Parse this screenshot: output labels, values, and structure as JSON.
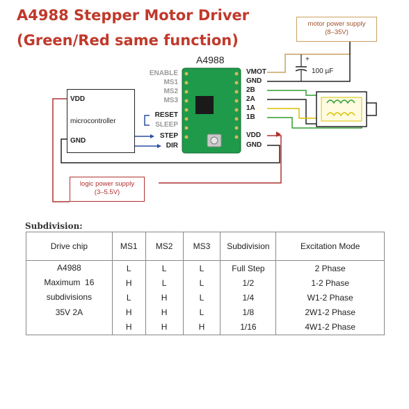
{
  "title": {
    "line1": "A4988 Stepper Motor Driver",
    "line2": "(Green/Red same function)"
  },
  "diagram": {
    "chip_name": "A4988",
    "left_pins": [
      "ENABLE",
      "MS1",
      "MS2",
      "MS3",
      "RESET",
      "SLEEP",
      "STEP",
      "DIR"
    ],
    "right_pins": [
      "VMOT",
      "GND",
      "2B",
      "2A",
      "1A",
      "1B",
      "VDD",
      "GND"
    ],
    "microcontroller": {
      "label": "microcontroller",
      "vdd": "VDD",
      "gnd": "GND"
    },
    "motor_supply": {
      "line1": "motor power supply",
      "line2": "(8–35V)"
    },
    "logic_supply": {
      "line1": "logic power supply",
      "line2": "(3–5.5V)"
    },
    "capacitor": {
      "label": "100 µF",
      "plus": "+"
    },
    "colors": {
      "title": "#c0392b",
      "board": "#1f9a4a",
      "red_wire": "#b03030",
      "motor_wire": "#c8a060",
      "coil_green": "#2e9d2e",
      "coil_yellow": "#d8c000"
    }
  },
  "subdivision": {
    "heading": "Subdivision:",
    "headers": [
      "Drive chip",
      "MS1",
      "MS2",
      "MS3",
      "Subdivision",
      "Excitation Mode"
    ],
    "chip_info": [
      "A4988",
      "Maximum  16",
      "subdivisions",
      "35V 2A"
    ],
    "rows": [
      [
        "L",
        "L",
        "L",
        "Full Step",
        "2 Phase"
      ],
      [
        "H",
        "L",
        "L",
        "1/2",
        "1-2 Phase"
      ],
      [
        "L",
        "H",
        "L",
        "1/4",
        "W1-2 Phase"
      ],
      [
        "H",
        "H",
        "L",
        "1/8",
        "2W1-2 Phase"
      ],
      [
        "H",
        "H",
        "H",
        "1/16",
        "4W1-2 Phase"
      ]
    ]
  }
}
